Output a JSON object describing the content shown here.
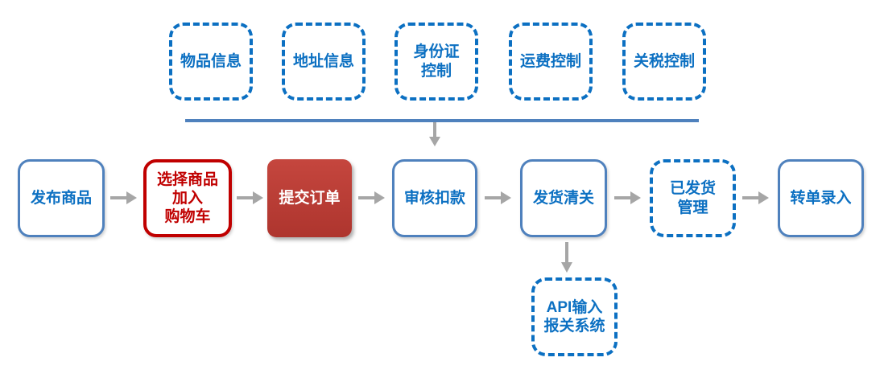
{
  "diagram": {
    "colors": {
      "blue_strong": "#0C70C2",
      "blue_steel": "#4F81BD",
      "red": "#C00000",
      "red_fill_top": "#C5463E",
      "red_fill_bottom": "#AE352E",
      "arrow_gray": "#A6A6A6"
    },
    "top_row": [
      {
        "label": "物品信息"
      },
      {
        "label": "地址信息"
      },
      {
        "label": "身份证\n控制"
      },
      {
        "label": "运费控制"
      },
      {
        "label": "关税控制"
      }
    ],
    "main_flow": [
      {
        "label": "发布商品"
      },
      {
        "label": "选择商品\n加入\n购物车"
      },
      {
        "label": "提交订单"
      },
      {
        "label": "审核扣款"
      },
      {
        "label": "发货清关"
      },
      {
        "label": "已发货\n管理"
      },
      {
        "label": "转单录入"
      }
    ],
    "bottom_box": {
      "label": "API输入\n报关系统"
    }
  }
}
